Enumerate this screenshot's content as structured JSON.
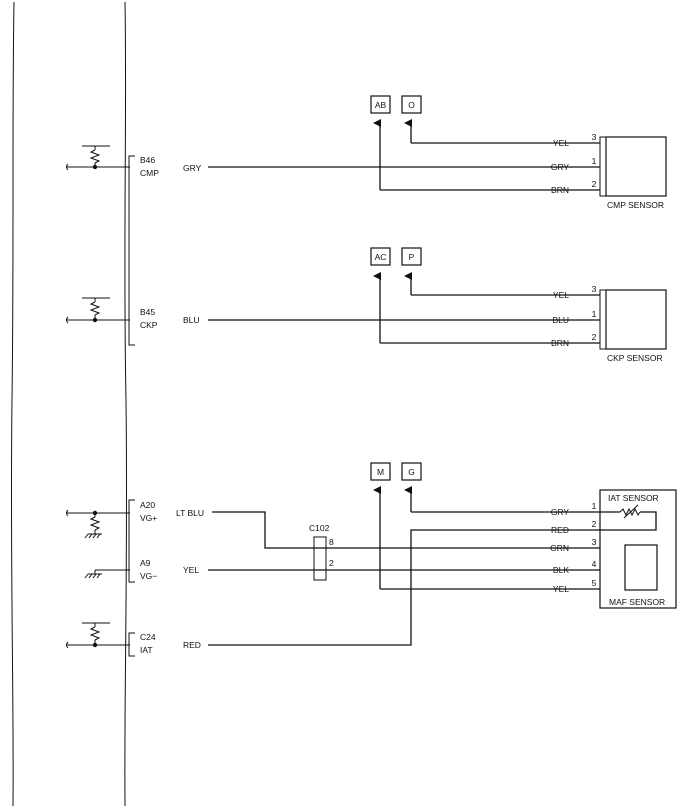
{
  "ecm_pins": [
    {
      "id": "B46",
      "name": "CMP",
      "wire": "GRY"
    },
    {
      "id": "B45",
      "name": "CKP",
      "wire": "BLU"
    },
    {
      "id": "A20",
      "name": "VG+",
      "wire": "LT BLU"
    },
    {
      "id": "A9",
      "name": "VG−",
      "wire": "YEL"
    },
    {
      "id": "C24",
      "name": "IAT",
      "wire": "RED"
    }
  ],
  "connector_c102": {
    "name": "C102",
    "pins": [
      "8",
      "2"
    ]
  },
  "refs": [
    "AB",
    "O",
    "AC",
    "P",
    "M",
    "G"
  ],
  "cmp_sensor": {
    "label": "CMP SENSOR",
    "wires": [
      {
        "color": "YEL",
        "pin": "3"
      },
      {
        "color": "GRY",
        "pin": "1"
      },
      {
        "color": "BRN",
        "pin": "2"
      }
    ]
  },
  "ckp_sensor": {
    "label": "CKP SENSOR",
    "wires": [
      {
        "color": "YEL",
        "pin": "3"
      },
      {
        "color": "BLU",
        "pin": "1"
      },
      {
        "color": "BRN",
        "pin": "2"
      }
    ]
  },
  "maf_sensor": {
    "iat_label": "IAT SENSOR",
    "maf_label": "MAF SENSOR",
    "wires": [
      {
        "color": "GRY",
        "pin": "1"
      },
      {
        "color": "RED",
        "pin": "2"
      },
      {
        "color": "GRN",
        "pin": "3"
      },
      {
        "color": "BLK",
        "pin": "4"
      },
      {
        "color": "YEL",
        "pin": "5"
      }
    ]
  }
}
